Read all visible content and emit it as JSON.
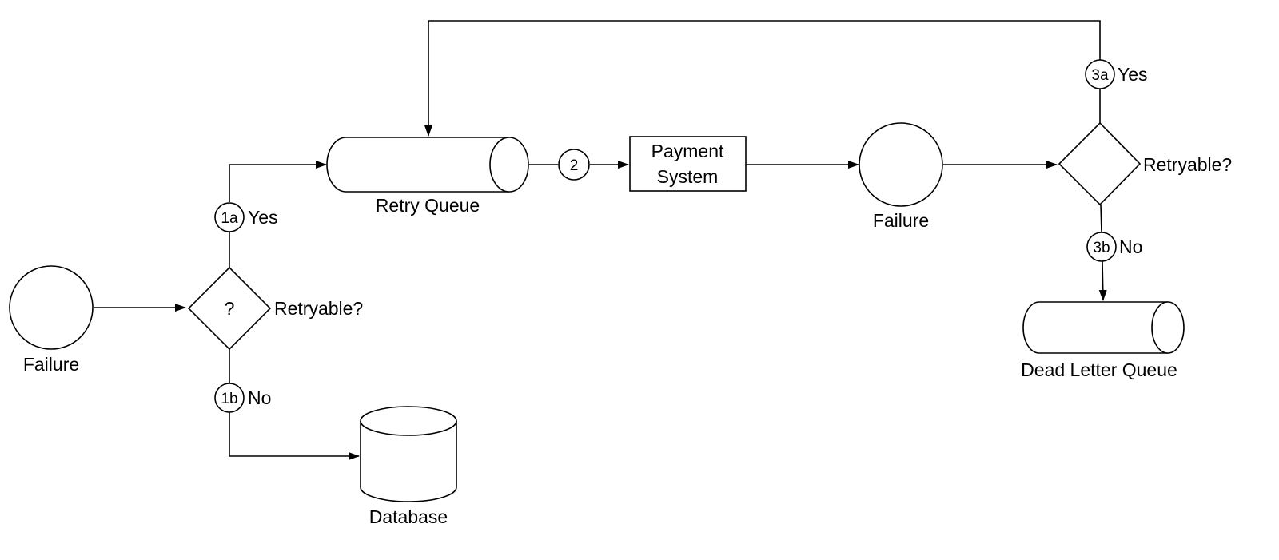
{
  "nodes": {
    "failure_start": {
      "label": "Failure"
    },
    "decision_1": {
      "symbol": "?",
      "label": "Retryable?"
    },
    "retry_queue": {
      "label": "Retry Queue"
    },
    "payment_system": {
      "line1": "Payment",
      "line2": "System"
    },
    "failure_second": {
      "label": "Failure"
    },
    "decision_2": {
      "label": "Retryable?"
    },
    "database": {
      "label": "Database"
    },
    "dead_letter_queue": {
      "label": "Dead Letter Queue"
    }
  },
  "steps": {
    "s1a": {
      "tag": "1a",
      "label": "Yes"
    },
    "s1b": {
      "tag": "1b",
      "label": "No"
    },
    "s2": {
      "tag": "2"
    },
    "s3a": {
      "tag": "3a",
      "label": "Yes"
    },
    "s3b": {
      "tag": "3b",
      "label": "No"
    }
  },
  "colors": {
    "stroke": "#000000",
    "background": "#ffffff"
  }
}
